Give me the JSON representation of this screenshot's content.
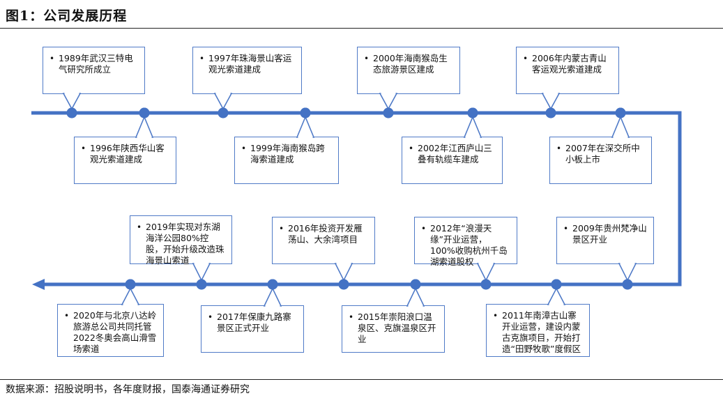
{
  "figure": {
    "title": "图1：公司发展历程",
    "source": "数据来源：招股说明书，各年度财报，国泰海通证券研究"
  },
  "milestones_top": [
    {
      "text": "1989年武汉三特电气研究所成立"
    },
    {
      "text": "1996年陕西华山客观光索道建成"
    },
    {
      "text": "1997年珠海景山客运观光索道建成"
    },
    {
      "text": "1999年海南猴岛跨海索道建成"
    },
    {
      "text": "2000年海南猴岛生态旅游景区建成"
    },
    {
      "text": "2002年江西庐山三叠有轨缆车建成"
    },
    {
      "text": "2006年内蒙古青山客运观光索道建成"
    },
    {
      "text": "2007年在深交所中小板上市"
    }
  ],
  "milestones_bottom": [
    {
      "text": "2009年贵州梵净山景区开业"
    },
    {
      "text": "2011年南漳古山寨开业运营，建设内蒙古克旗项目，开始打造“田野牧歌”度假区"
    },
    {
      "text": "2012年“浪漫天缘”开业运营，100%收购杭州千岛湖索道股权"
    },
    {
      "text": "2015年崇阳浪口温泉区、克旗温泉区开业"
    },
    {
      "text": "2016年投资开发雁荡山、大余湾项目"
    },
    {
      "text": "2017年保康九路寨景区正式开业"
    },
    {
      "text": "2019年实现对东湖海洋公园80%控股，开始升级改造珠海景山索道"
    },
    {
      "text": "2020年与北京八达岭旅游总公司共同托管2022冬奥会高山滑雪场索道"
    }
  ],
  "colors": {
    "line": "#4472c4",
    "box_border": "#4f7ac7"
  }
}
